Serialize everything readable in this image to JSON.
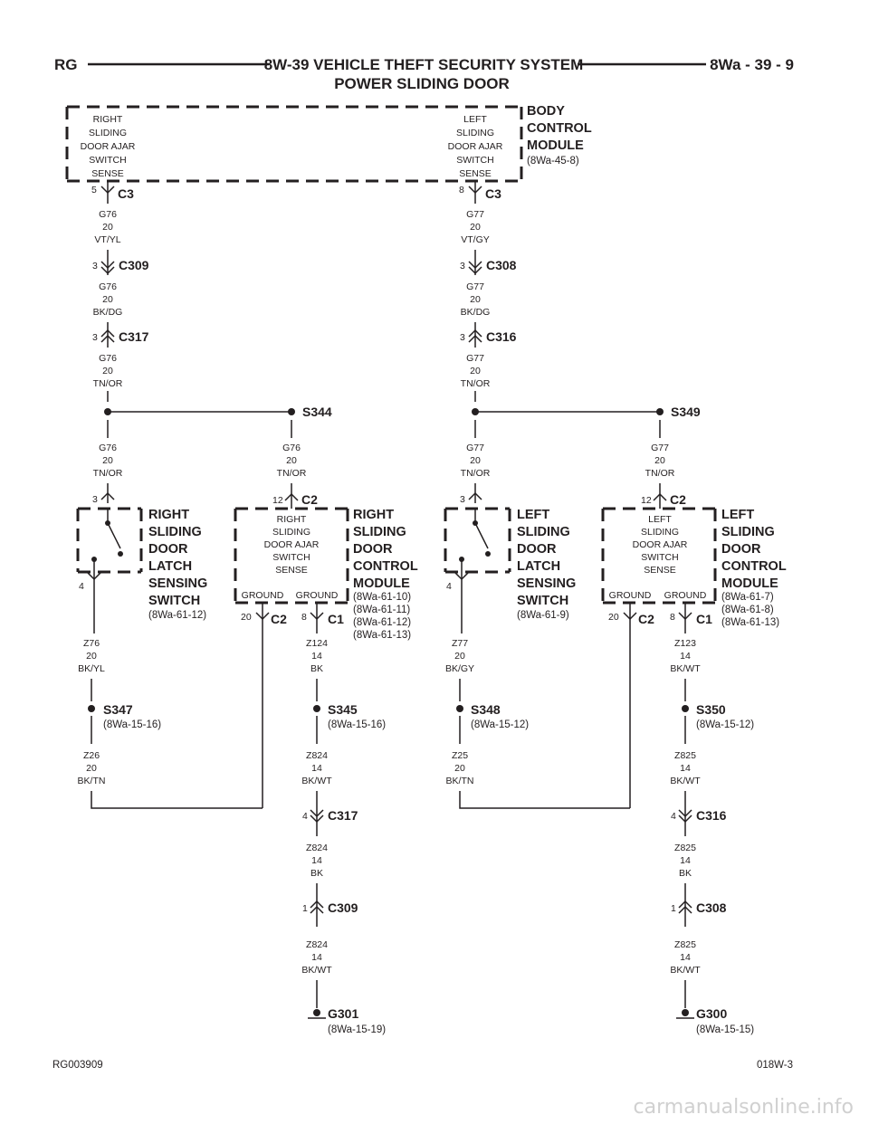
{
  "header": {
    "left": "RG",
    "title_line1": "8W-39 VEHICLE THEFT SECURITY SYSTEM",
    "title_line2": "POWER SLIDING DOOR",
    "right": "8Wa - 39 - 9"
  },
  "bcm": {
    "name_lines": [
      "BODY",
      "CONTROL",
      "MODULE"
    ],
    "ref": "(8Wa-45-8)",
    "right_sense_lines": [
      "RIGHT",
      "SLIDING",
      "DOOR AJAR",
      "SWITCH",
      "SENSE"
    ],
    "left_sense_lines": [
      "LEFT",
      "SLIDING",
      "DOOR AJAR",
      "SWITCH",
      "SENSE"
    ]
  },
  "right_side": {
    "c3_pin": "5",
    "c3": "C3",
    "w1": [
      "G76",
      "20",
      "VT/YL"
    ],
    "c309_pin": "3",
    "c309": "C309",
    "w2": [
      "G76",
      "20",
      "BK/DG"
    ],
    "c317_pin": "3",
    "c317": "C317",
    "w3": [
      "G76",
      "20",
      "TN/OR"
    ],
    "splice": "S344",
    "w4": [
      "G76",
      "20",
      "TN/OR"
    ],
    "w5": [
      "G76",
      "20",
      "TN/OR"
    ],
    "latch_pin_top": "3",
    "latch_pin_bot": "4",
    "latch_name": [
      "RIGHT",
      "SLIDING",
      "DOOR",
      "LATCH",
      "SENSING",
      "SWITCH"
    ],
    "latch_ref": "(8Wa-61-12)",
    "mod_c2_pin": "12",
    "mod_c2": "C2",
    "mod_sense": [
      "RIGHT",
      "SLIDING",
      "DOOR AJAR",
      "SWITCH",
      "SENSE"
    ],
    "mod_gnd1": "GROUND",
    "mod_gnd2": "GROUND",
    "mod_name": [
      "RIGHT",
      "SLIDING",
      "DOOR",
      "CONTROL",
      "MODULE"
    ],
    "mod_refs": [
      "(8Wa-61-10)",
      "(8Wa-61-11)",
      "(8Wa-61-12)",
      "(8Wa-61-13)"
    ],
    "out_c2_pin": "20",
    "out_c2": "C2",
    "out_c1_pin": "8",
    "out_c1": "C1",
    "w6": [
      "Z76",
      "20",
      "BK/YL"
    ],
    "splice2": "S347",
    "splice2_ref": "(8Wa-15-16)",
    "w7": [
      "Z26",
      "20",
      "BK/TN"
    ],
    "w8": [
      "Z124",
      "14",
      "BK"
    ],
    "splice3": "S345",
    "splice3_ref": "(8Wa-15-16)",
    "w9": [
      "Z824",
      "14",
      "BK/WT"
    ],
    "c317b_pin": "4",
    "c317b": "C317",
    "w10": [
      "Z824",
      "14",
      "BK"
    ],
    "c309b_pin": "1",
    "c309b": "C309",
    "w11": [
      "Z824",
      "14",
      "BK/WT"
    ],
    "ground": "G301",
    "ground_ref": "(8Wa-15-19)"
  },
  "left_side": {
    "c3_pin": "8",
    "c3": "C3",
    "w1": [
      "G77",
      "20",
      "VT/GY"
    ],
    "c308_pin": "3",
    "c308": "C308",
    "w2": [
      "G77",
      "20",
      "BK/DG"
    ],
    "c316_pin": "3",
    "c316": "C316",
    "w3": [
      "G77",
      "20",
      "TN/OR"
    ],
    "splice": "S349",
    "w4": [
      "G77",
      "20",
      "TN/OR"
    ],
    "w5": [
      "G77",
      "20",
      "TN/OR"
    ],
    "latch_pin_top": "3",
    "latch_pin_bot": "4",
    "latch_name": [
      "LEFT",
      "SLIDING",
      "DOOR",
      "LATCH",
      "SENSING",
      "SWITCH"
    ],
    "latch_ref": "(8Wa-61-9)",
    "mod_c2_pin": "12",
    "mod_c2": "C2",
    "mod_sense": [
      "LEFT",
      "SLIDING",
      "DOOR AJAR",
      "SWITCH",
      "SENSE"
    ],
    "mod_gnd1": "GROUND",
    "mod_gnd2": "GROUND",
    "mod_name": [
      "LEFT",
      "SLIDING",
      "DOOR",
      "CONTROL",
      "MODULE"
    ],
    "mod_refs": [
      "(8Wa-61-7)",
      "(8Wa-61-8)",
      "(8Wa-61-13)"
    ],
    "out_c2_pin": "20",
    "out_c2": "C2",
    "out_c1_pin": "8",
    "out_c1": "C1",
    "w6": [
      "Z77",
      "20",
      "BK/GY"
    ],
    "splice2": "S348",
    "splice2_ref": "(8Wa-15-12)",
    "w7": [
      "Z25",
      "20",
      "BK/TN"
    ],
    "w8": [
      "Z123",
      "14",
      "BK/WT"
    ],
    "splice3": "S350",
    "splice3_ref": "(8Wa-15-12)",
    "w9": [
      "Z825",
      "14",
      "BK/WT"
    ],
    "c316b_pin": "4",
    "c316b": "C316",
    "w10": [
      "Z825",
      "14",
      "BK"
    ],
    "c308b_pin": "1",
    "c308b": "C308",
    "w11": [
      "Z825",
      "14",
      "BK/WT"
    ],
    "ground": "G300",
    "ground_ref": "(8Wa-15-15)"
  },
  "footer": {
    "left": "RG003909",
    "right": "018W-3"
  },
  "watermark": "carmanualsonline.info"
}
